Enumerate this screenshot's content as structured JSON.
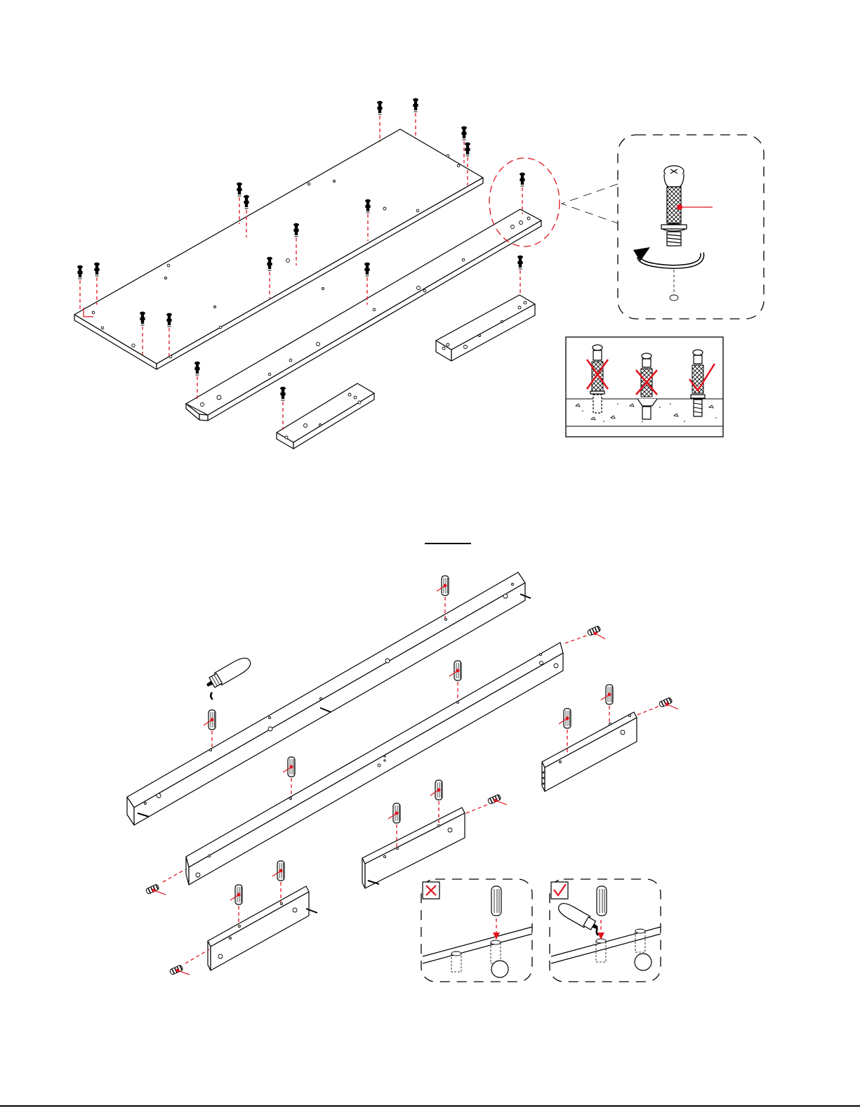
{
  "page": {
    "background": "#ffffff",
    "accent_color": "#e0141e",
    "line_color": "#000000"
  },
  "step_upper": {
    "icons": [
      "cam-bolt-icon",
      "panel-board",
      "rail-board",
      "short-rail-board",
      "rotate-arrow-icon"
    ],
    "callout": {
      "icons": [
        "cam-bolt-icon",
        "rotate-arrow-icon",
        "pilot-hole"
      ]
    },
    "depth_check": {
      "icons": [
        "cross-mark-icon",
        "cross-mark-icon",
        "check-mark-icon"
      ],
      "states": [
        "too-high",
        "too-deep",
        "correct"
      ]
    }
  },
  "step_lower": {
    "icons": [
      "wood-dowel-icon",
      "glue-bottle-icon",
      "cam-bolt-icon",
      "rail-board"
    ],
    "glue_check": {
      "wrong_icon": "cross-mark-icon",
      "right_icon": "check-mark-icon"
    }
  }
}
